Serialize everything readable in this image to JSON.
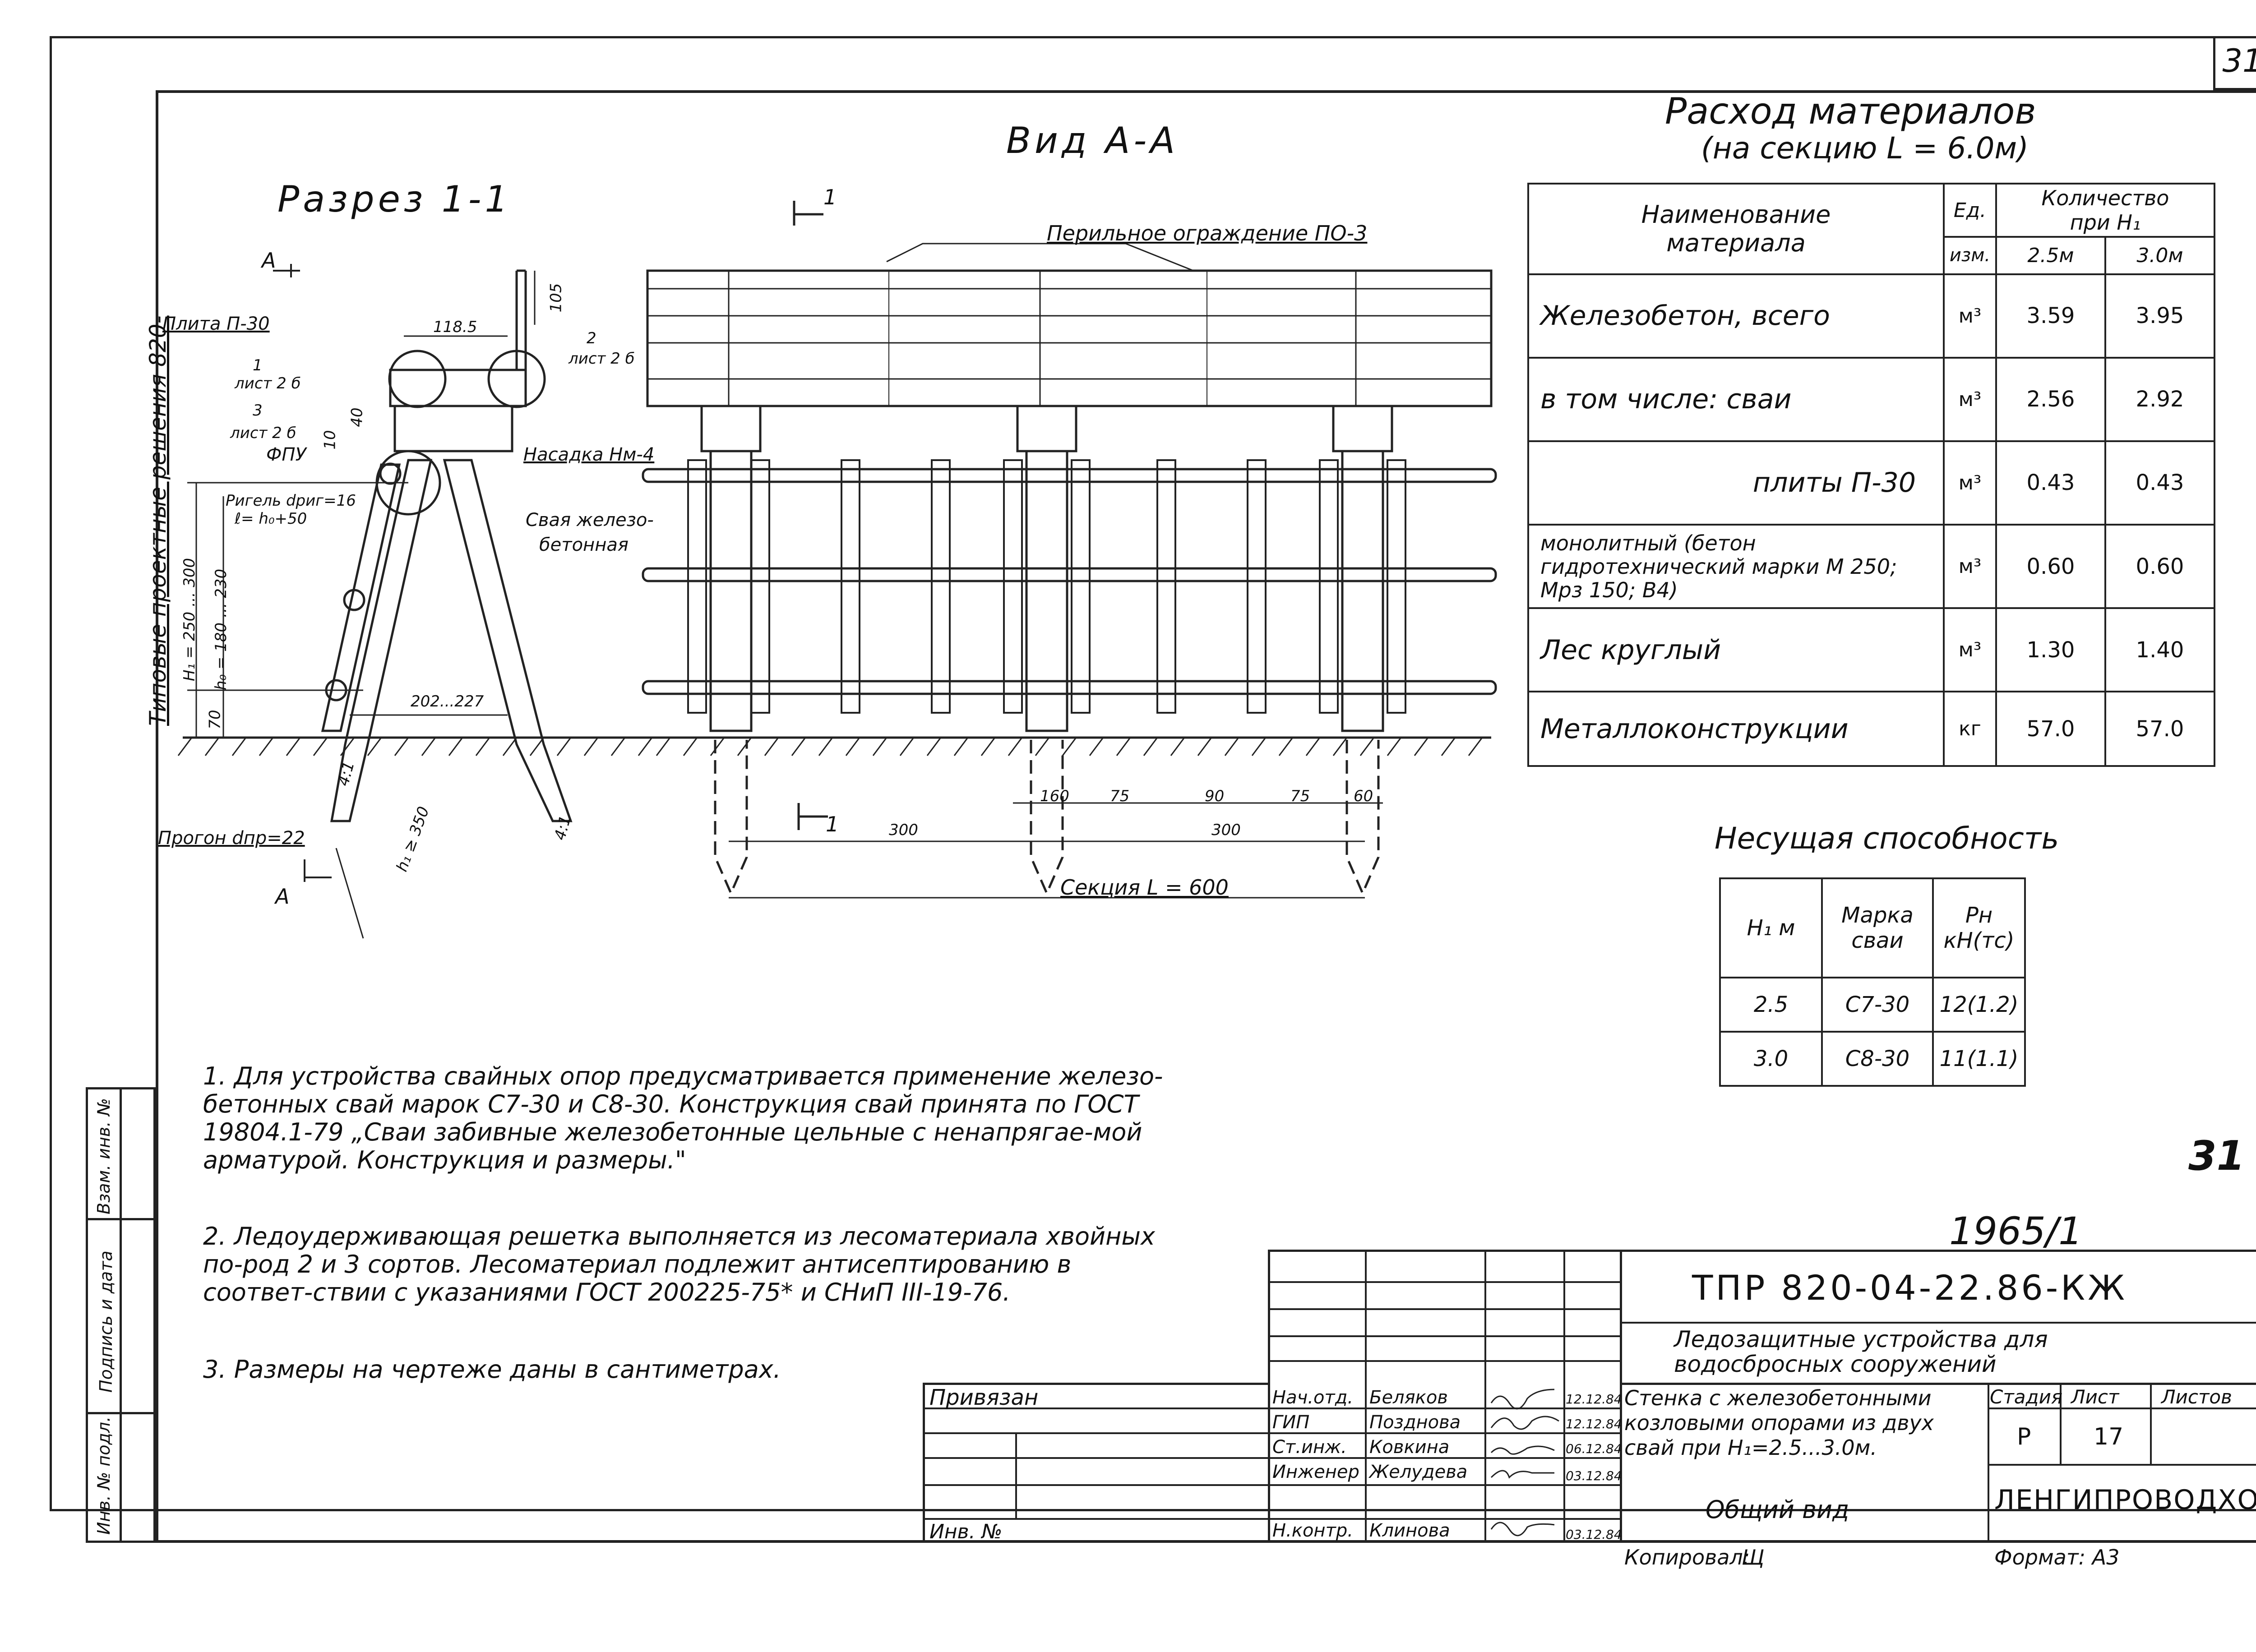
{
  "sheet_number": "31",
  "sheet_number_handwritten": "31",
  "side_vertical_text": "Типовые проектные решения 820-",
  "side_columns": [
    "Инв. № подл.",
    "Подпись и дата",
    "Взам. инв. №"
  ],
  "views": {
    "section_title": "Разрез 1-1",
    "view_title": "Вид А-А",
    "cut_mark": "1",
    "view_mark": "А"
  },
  "section_labels": {
    "plate": "Плита П-30",
    "dim_118": "118.5",
    "dim_105": "105",
    "sheet_2b_a": "2",
    "sheet_2b_b": "лист 2 б",
    "ref1_a": "1",
    "ref1_b": "лист 2 б",
    "ref3_a": "3",
    "ref3_b": "лист 2 б",
    "dim_40": "40",
    "dim_10": "10",
    "fpu": "ФПУ",
    "cap": "Насадка Нм-4",
    "riegel_a": "Ригель dриг=16",
    "riegel_b": "ℓ= h₀+50",
    "pile_a": "Свая железо-",
    "pile_b": "бетонная",
    "h1": "H₁ = 250 ... 300",
    "h0": "h₀ = 180 ... 230",
    "dim_70": "70",
    "dim_202": "202...227",
    "slope_a": "4:1",
    "slope_b": "4:1",
    "h1_350": "h₁ ≥ 350",
    "purlin": "Прогон dпр=22"
  },
  "view_labels": {
    "railing": "Перильное ограждение ПО-3",
    "d160": "160",
    "d75a": "75",
    "d90": "90",
    "d75b": "75",
    "d60": "60",
    "d300a": "300",
    "d300b": "300",
    "section": "Секция L = 600"
  },
  "materials": {
    "title": "Расход материалов",
    "subtitle": "(на секцию L = 6.0м)",
    "headers": {
      "name_a": "Наименование",
      "name_b": "материала",
      "unit_a": "Ед.",
      "unit_b": "изм.",
      "qty_a": "Количество",
      "qty_b": "при H₁",
      "h25": "2.5м",
      "h30": "3.0м"
    },
    "rows": [
      {
        "name": "Железобетон, всего",
        "unit": "м³",
        "v1": "3.59",
        "v2": "3.95"
      },
      {
        "name": "в том числе: сваи",
        "unit": "м³",
        "v1": "2.56",
        "v2": "2.92"
      },
      {
        "name": "плиты П-30",
        "unit": "м³",
        "v1": "0.43",
        "v2": "0.43"
      },
      {
        "name": "монолитный (бетон гидротехнический марки М 250; Мрз 150; В4)",
        "unit": "м³",
        "v1": "0.60",
        "v2": "0.60"
      },
      {
        "name": "Лес круглый",
        "unit": "м³",
        "v1": "1.30",
        "v2": "1.40"
      },
      {
        "name": "Металлоконструкции",
        "unit": "кг",
        "v1": "57.0",
        "v2": "57.0"
      }
    ]
  },
  "capacity": {
    "title": "Несущая способность",
    "headers": [
      "H₁ м",
      "Марка сваи",
      "Pн кН(тс)"
    ],
    "rows": [
      [
        "2.5",
        "С7-30",
        "12(1.2)"
      ],
      [
        "3.0",
        "С8-30",
        "11(1.1)"
      ]
    ]
  },
  "notes": [
    "1. Для устройства свайных опор предусматривается применение железо-бетонных свай марок С7-30 и С8-30. Конструкция свай принята по ГОСТ 19804.1-79 „Сваи забивные железобетонные цельные с ненапрягае-мой арматурой. Конструкция и размеры.\"",
    "2. Ледоудерживающая решетка выполняется из лесоматериала хвойных по-род 2 и 3 сортов. Лесоматериал подлежит антисептированию в соответ-ствии с указаниями ГОСТ 200225-75* и СНиП III-19-76.",
    "3. Размеры на чертеже даны в сантиметрах."
  ],
  "stamp": {
    "album": "1965/1",
    "code": "ТПР 820-04-22.86-КЖ",
    "project_a": "Ледозащитные устройства для",
    "project_b": "водосбросных сооружений",
    "attached": "Привязан",
    "inv": "Инв. №",
    "roles": [
      {
        "role": "Нач.отд.",
        "name": "Беляков",
        "date": "12.12.84"
      },
      {
        "role": "ГИП",
        "name": "Позднова",
        "date": "12.12.84"
      },
      {
        "role": "Ст.инж.",
        "name": "Ковкина",
        "date": "06.12.84"
      },
      {
        "role": "Инженер",
        "name": "Желудева",
        "date": "03.12.84"
      },
      {
        "role": "Н.контр.",
        "name": "Клинова",
        "date": "03.12.84"
      }
    ],
    "sheet_title_a": "Стенка с железобетонными",
    "sheet_title_b": "козловыми опорами из двух",
    "sheet_title_c": "свай при H₁=2.5...3.0м.",
    "view_name": "Общий вид",
    "stage_label": "Стадия",
    "sheet_label": "Лист",
    "sheets_label": "Листов",
    "stage": "Р",
    "sheet": "17",
    "org": "ЛЕНГИПРОВОДХОЗ",
    "copied": "Копировал:",
    "copied_by": "Щ",
    "format": "Формат: А3"
  }
}
